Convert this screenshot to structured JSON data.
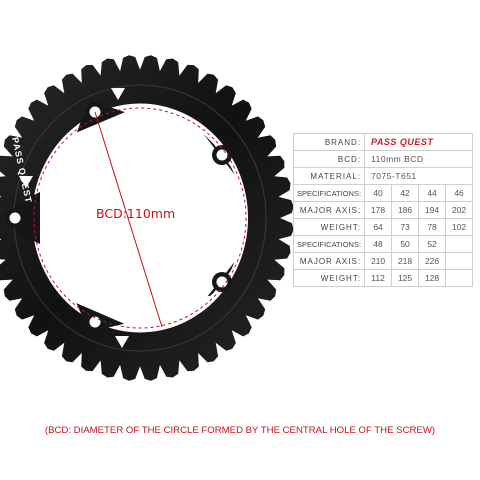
{
  "product": {
    "ring_brand_mark": "PASS QUEST",
    "bcd_label": "BCD:110mm"
  },
  "specs": {
    "brand": {
      "label": "BRAND:",
      "value": "PASS QUEST"
    },
    "bcd": {
      "label": "BCD:",
      "value": "110mm BCD"
    },
    "material": {
      "label": "MATERIAL:",
      "value": "7075-T651"
    },
    "groups": [
      {
        "specifications": {
          "label": "SPECIFICATIONS:",
          "values": [
            "40",
            "42",
            "44",
            "46"
          ]
        },
        "major_axis": {
          "label": "MAJOR AXIS:",
          "values": [
            "178",
            "186",
            "194",
            "202"
          ]
        },
        "weight": {
          "label": "WEIGHT:",
          "values": [
            "64",
            "73",
            "78",
            "102"
          ]
        }
      },
      {
        "specifications": {
          "label": "SPECIFICATIONS:",
          "values": [
            "48",
            "50",
            "52",
            ""
          ]
        },
        "major_axis": {
          "label": "MAJOR AXIS:",
          "values": [
            "210",
            "218",
            "226",
            ""
          ]
        },
        "weight": {
          "label": "WEIGHT:",
          "values": [
            "112",
            "125",
            "128",
            ""
          ]
        }
      }
    ]
  },
  "caption": "(BCD: DIAMETER OF THE CIRCLE FORMED BY THE CENTRAL HOLE OF THE SCREW)",
  "colors": {
    "ring": "#161616",
    "accent_red": "#c0141e",
    "brand_red": "#d01a2a",
    "table_border": "#cfcfcf"
  }
}
